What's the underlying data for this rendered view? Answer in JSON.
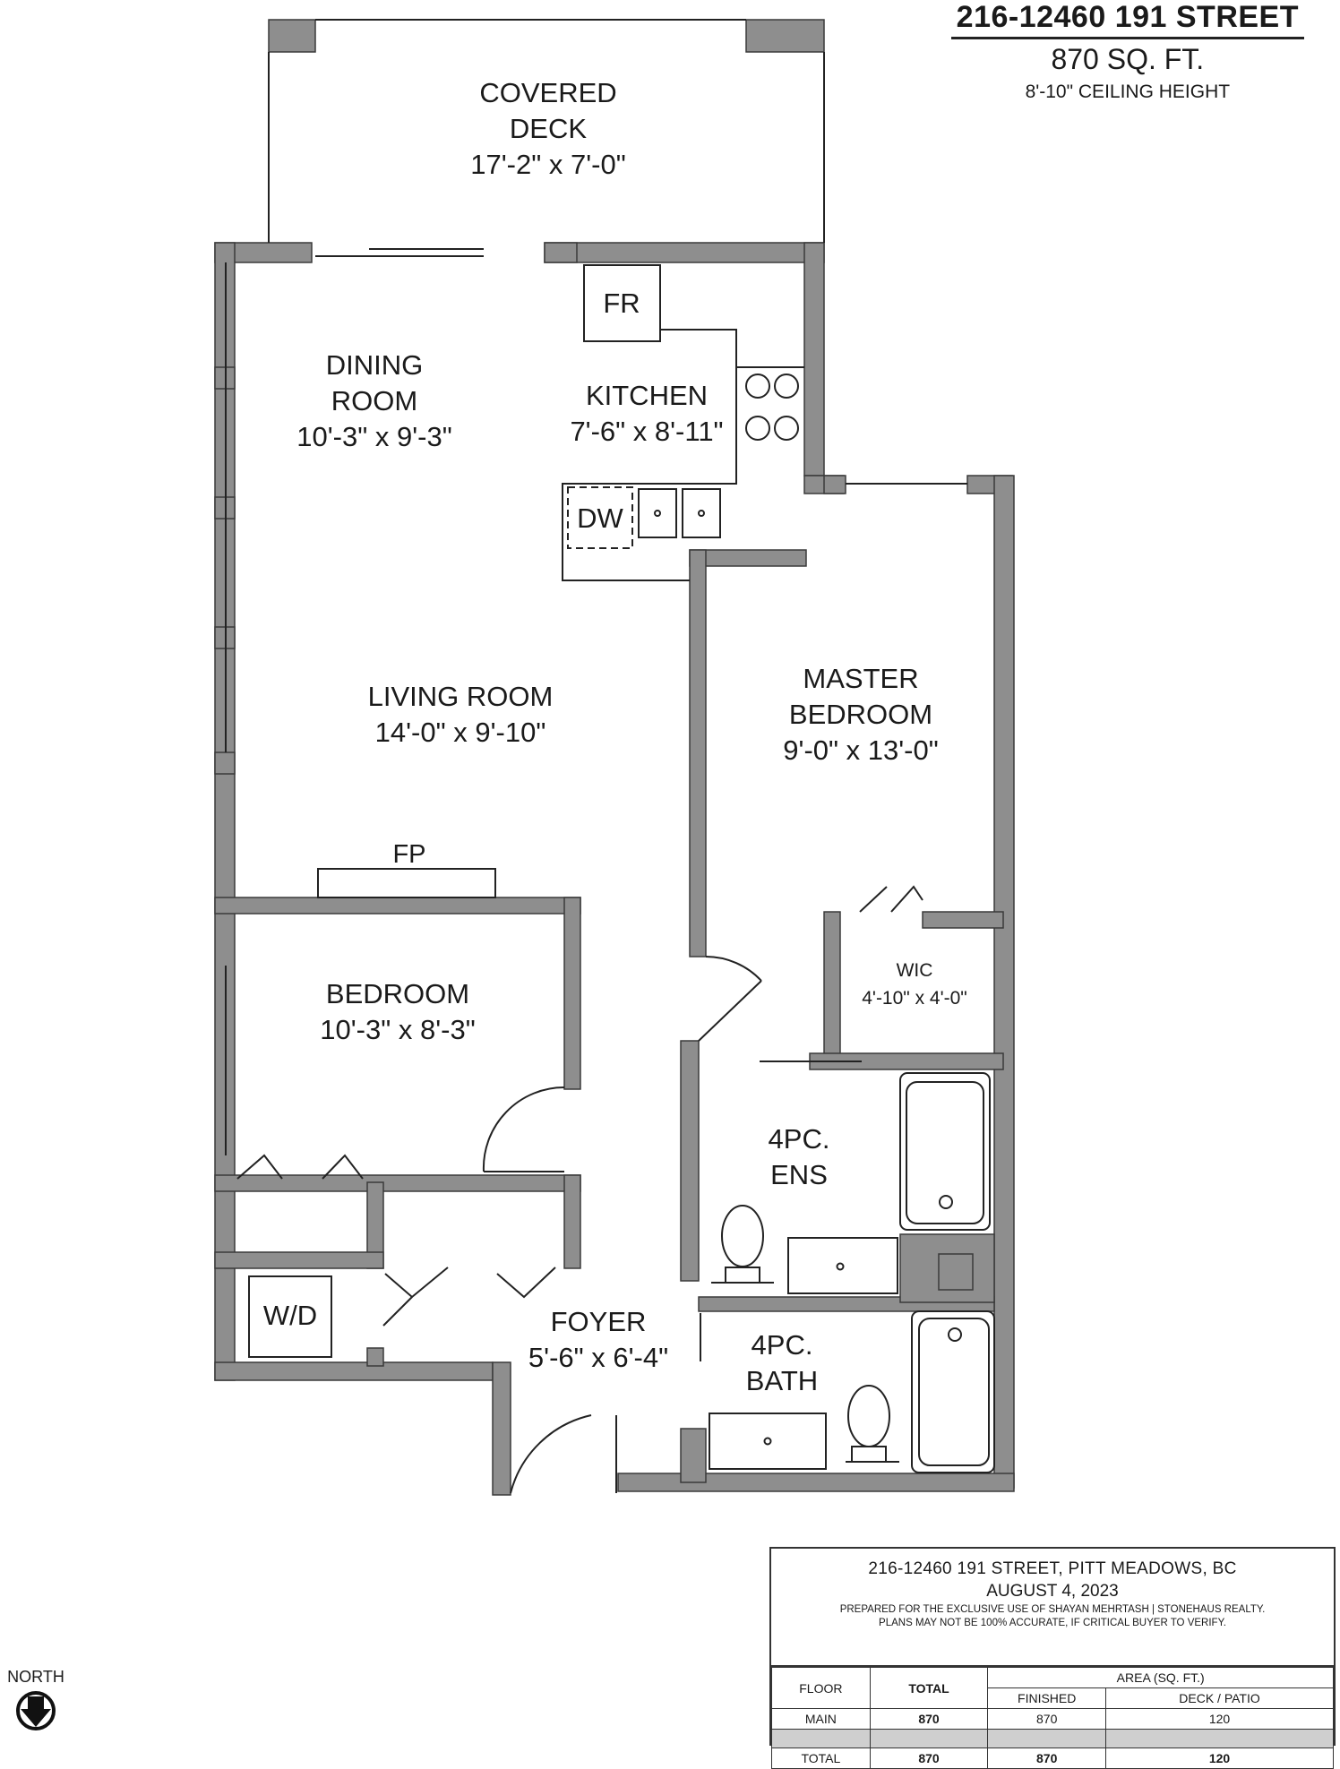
{
  "header": {
    "address": "216-12460 191 STREET",
    "area": "870 SQ. FT.",
    "ceiling": "8'-10\" CEILING HEIGHT"
  },
  "rooms": {
    "covered_deck": {
      "name1": "COVERED",
      "name2": "DECK",
      "dims": "17'-2\" x 7'-0\""
    },
    "dining": {
      "name1": "DINING",
      "name2": "ROOM",
      "dims": "10'-3\" x 9'-3\""
    },
    "kitchen": {
      "name": "KITCHEN",
      "dims": "7'-6\" x 8'-11\""
    },
    "living": {
      "name": "LIVING ROOM",
      "dims": "14'-0\" x 9'-10\""
    },
    "master": {
      "name1": "MASTER",
      "name2": "BEDROOM",
      "dims": "9'-0\" x 13'-0\""
    },
    "bedroom": {
      "name": "BEDROOM",
      "dims": "10'-3\" x 8'-3\""
    },
    "wic": {
      "name": "WIC",
      "dims": "4'-10\" x 4'-0\""
    },
    "ensuite": {
      "name1": "4PC.",
      "name2": "ENS"
    },
    "bath": {
      "name1": "4PC.",
      "name2": "BATH"
    },
    "foyer": {
      "name": "FOYER",
      "dims": "5'-6\" x 6'-4\""
    }
  },
  "fixtures": {
    "fridge": "FR",
    "dishwasher": "DW",
    "fireplace": "FP",
    "washer_dryer": "W/D"
  },
  "info_box": {
    "line1": "216-12460 191 STREET, PITT MEADOWS, BC",
    "line2": "AUGUST 4, 2023",
    "line3": "PREPARED FOR THE EXCLUSIVE USE OF SHAYAN MEHRTASH | STONEHAUS REALTY.",
    "line4": "PLANS MAY NOT BE 100% ACCURATE, IF CRITICAL BUYER TO VERIFY.",
    "table": {
      "floor_header": "FLOOR",
      "total_header": "TOTAL",
      "area_header": "AREA (SQ. FT.)",
      "finished_header": "FINISHED",
      "deck_header": "DECK / PATIO",
      "rows": [
        {
          "floor": "MAIN",
          "total": "870",
          "finished": "870",
          "deck": "120"
        },
        {
          "floor": "TOTAL",
          "total": "870",
          "finished": "870",
          "deck": "120"
        }
      ]
    }
  },
  "compass": {
    "label": "NORTH"
  },
  "colors": {
    "wall": "#8e8e8e",
    "wall_edge": "#4a4a4a",
    "line": "#222222"
  }
}
